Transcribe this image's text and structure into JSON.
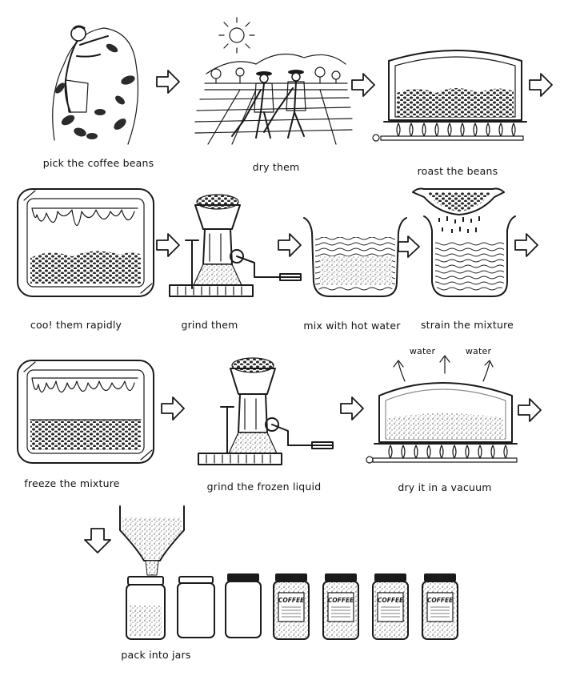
{
  "colors": {
    "ink": "#1a1a1a",
    "paper": "#ffffff",
    "bean": "#2b2b2b",
    "label": "#000000"
  },
  "steps": [
    {
      "id": "pick",
      "label": "pick the coffee beans"
    },
    {
      "id": "dry",
      "label": "dry them"
    },
    {
      "id": "roast",
      "label": "roast the beans"
    },
    {
      "id": "cool",
      "label": "coo! them rapidly"
    },
    {
      "id": "grind",
      "label": "grind them"
    },
    {
      "id": "mix",
      "label": "mix with hot water"
    },
    {
      "id": "strain",
      "label": "strain the mixture"
    },
    {
      "id": "freeze",
      "label": "freeze the mixture"
    },
    {
      "id": "grind-frozen",
      "label": "grind the frozen liquid"
    },
    {
      "id": "vacuum",
      "label": "dry it in a vacuum"
    },
    {
      "id": "pack",
      "label": "pack into jars"
    }
  ],
  "vacuum_labels": {
    "left": "water",
    "right": "water"
  },
  "jar_label": "COFFEE"
}
